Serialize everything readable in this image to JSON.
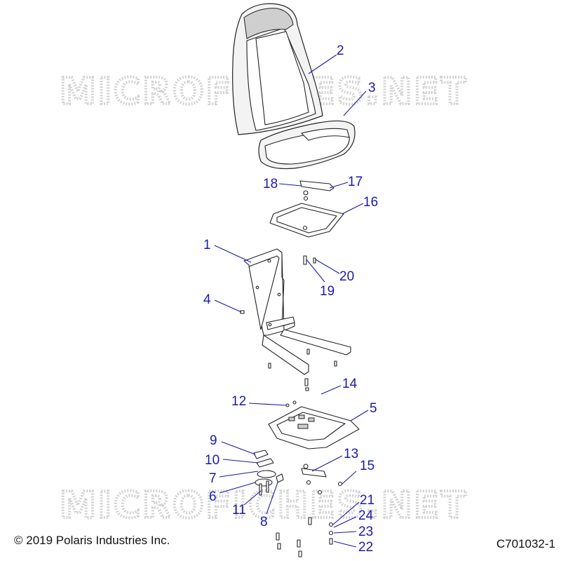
{
  "watermark_text": "MICROFICHES.NET",
  "copyright": "© 2019 Polaris Industries Inc.",
  "figure_code": "C701032-1",
  "callouts": {
    "c1": "1",
    "c2": "2",
    "c3": "3",
    "c4": "4",
    "c5": "5",
    "c6": "6",
    "c7": "7",
    "c8": "8",
    "c9": "9",
    "c10": "10",
    "c11": "11",
    "c12": "12",
    "c13": "13",
    "c14": "14",
    "c15": "15",
    "c16": "16",
    "c17": "17",
    "c18": "18",
    "c19": "19",
    "c20": "20",
    "c21": "21",
    "c22": "22",
    "c23": "23",
    "c24": "24"
  },
  "colors": {
    "callout": "#1a1aa8",
    "line": "#222222",
    "watermark": "#d2d2d2"
  }
}
